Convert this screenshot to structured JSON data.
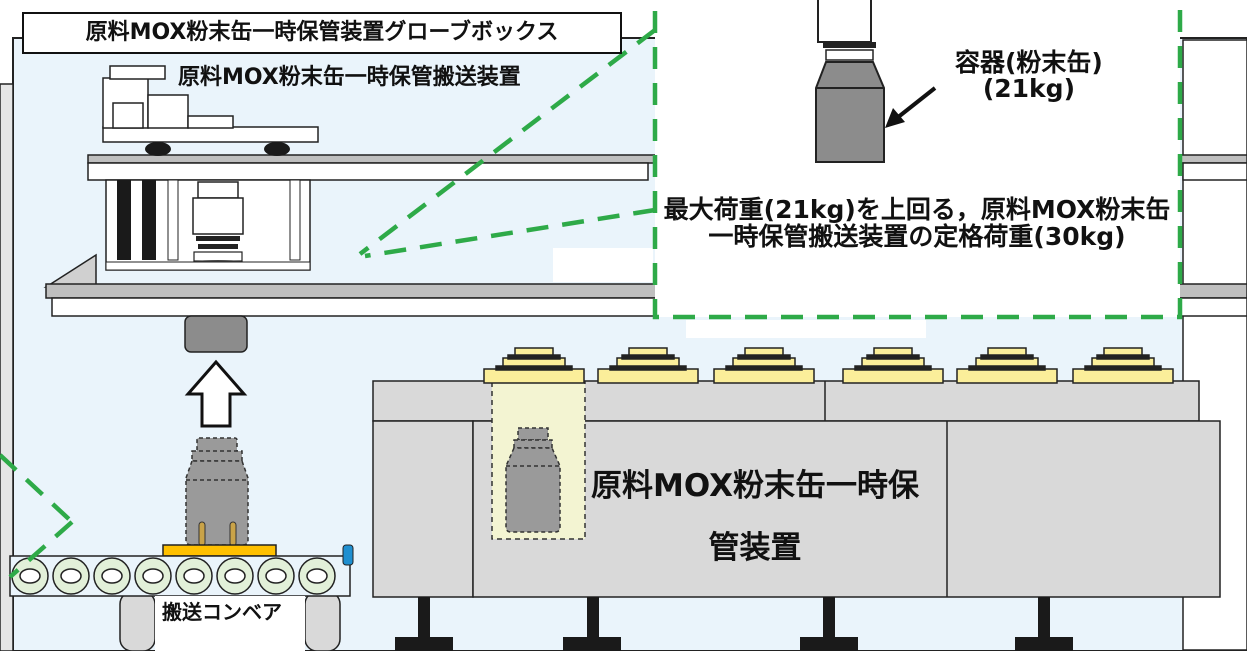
{
  "glovebox": {
    "title": "原料MOX粉末缶一時保管装置グローブボックス"
  },
  "transport_device": {
    "label": "原料MOX粉末缶一時保管搬送装置"
  },
  "callout": {
    "container_label": "容器(粉末缶)\n(21kg)",
    "load_note": "最大荷重(21kg)を上回る，原料MOX粉末缶一時保管搬送装置の定格荷重(30kg)"
  },
  "storage_device": {
    "label": "原料MOX粉末缶一時保管装置"
  },
  "conveyor": {
    "label": "搬送コンベア"
  },
  "colors": {
    "callout_border": "#2eaa48",
    "glovebox_fill": "#eaf4fb",
    "equipment_gray": "#d9d9d9",
    "dark": "#1a1a1a",
    "lid_yellow": "#fbee9a",
    "pallet_orange": "#ffc000",
    "conveyor_roller": "#e2f0d9",
    "highlight_zone": "#f3f4d2"
  }
}
